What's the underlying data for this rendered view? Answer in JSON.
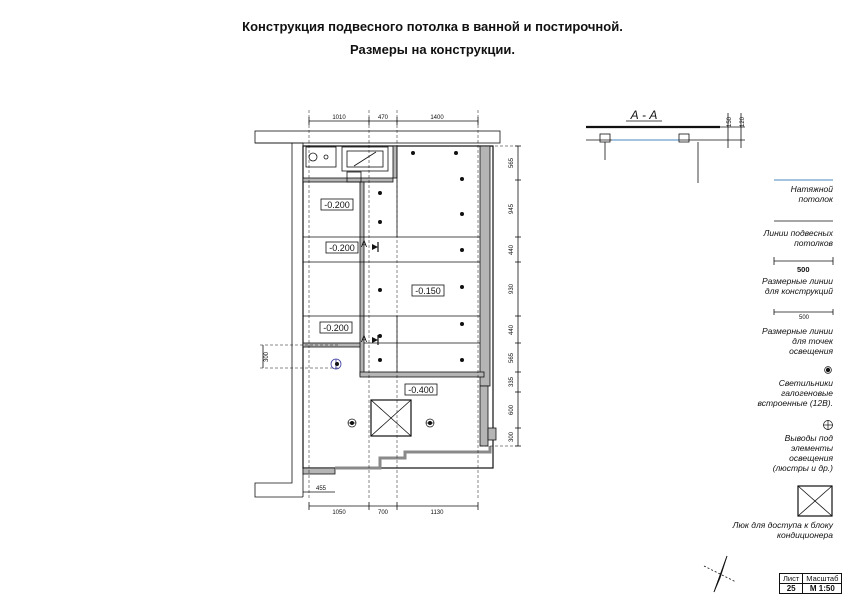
{
  "title": {
    "line1": "Конструкция подвесного потолка в ванной и постирочной.",
    "line2": "Размеры на конструкции."
  },
  "section": {
    "label": "А - А",
    "dim_150": "150",
    "dim_120": "120"
  },
  "levels": [
    "-0.200",
    "-0.200",
    "-0.150",
    "-0.200",
    "-0.400"
  ],
  "section_markers": [
    "А",
    "А"
  ],
  "dims": {
    "top": [
      "1010",
      "470",
      "1400"
    ],
    "right": [
      "565",
      "945",
      "440",
      "930",
      "440",
      "565",
      "335",
      "600",
      "300"
    ],
    "bottom": [
      "1050",
      "700",
      "1130"
    ],
    "left": [
      "300"
    ],
    "bottom_left": "455"
  },
  "legend": {
    "stretch": "Натяжной потолок",
    "hanger": "Линии подвесных потолков",
    "dim_value_1": "500",
    "dim_construction": "Размерные линии для конструкций",
    "dim_value_2": "500",
    "dim_lights": "Размерные линии для точек освещения",
    "halogen": "Светильники галогеновые встроенные (12В).",
    "outlets": "Выводы под элементы освещения (люстры и др.)",
    "hatch": "Люк для доступа к блоку кондиционера"
  },
  "stamp": {
    "sheet_label": "Лист",
    "scale_label": "Масштаб",
    "sheet": "25",
    "scale": "М 1:50"
  },
  "colors": {
    "line": "#111111",
    "wall": "#b5b5b5",
    "wall_dark": "#8a8a8a",
    "stretch": "#6aa0cf"
  }
}
